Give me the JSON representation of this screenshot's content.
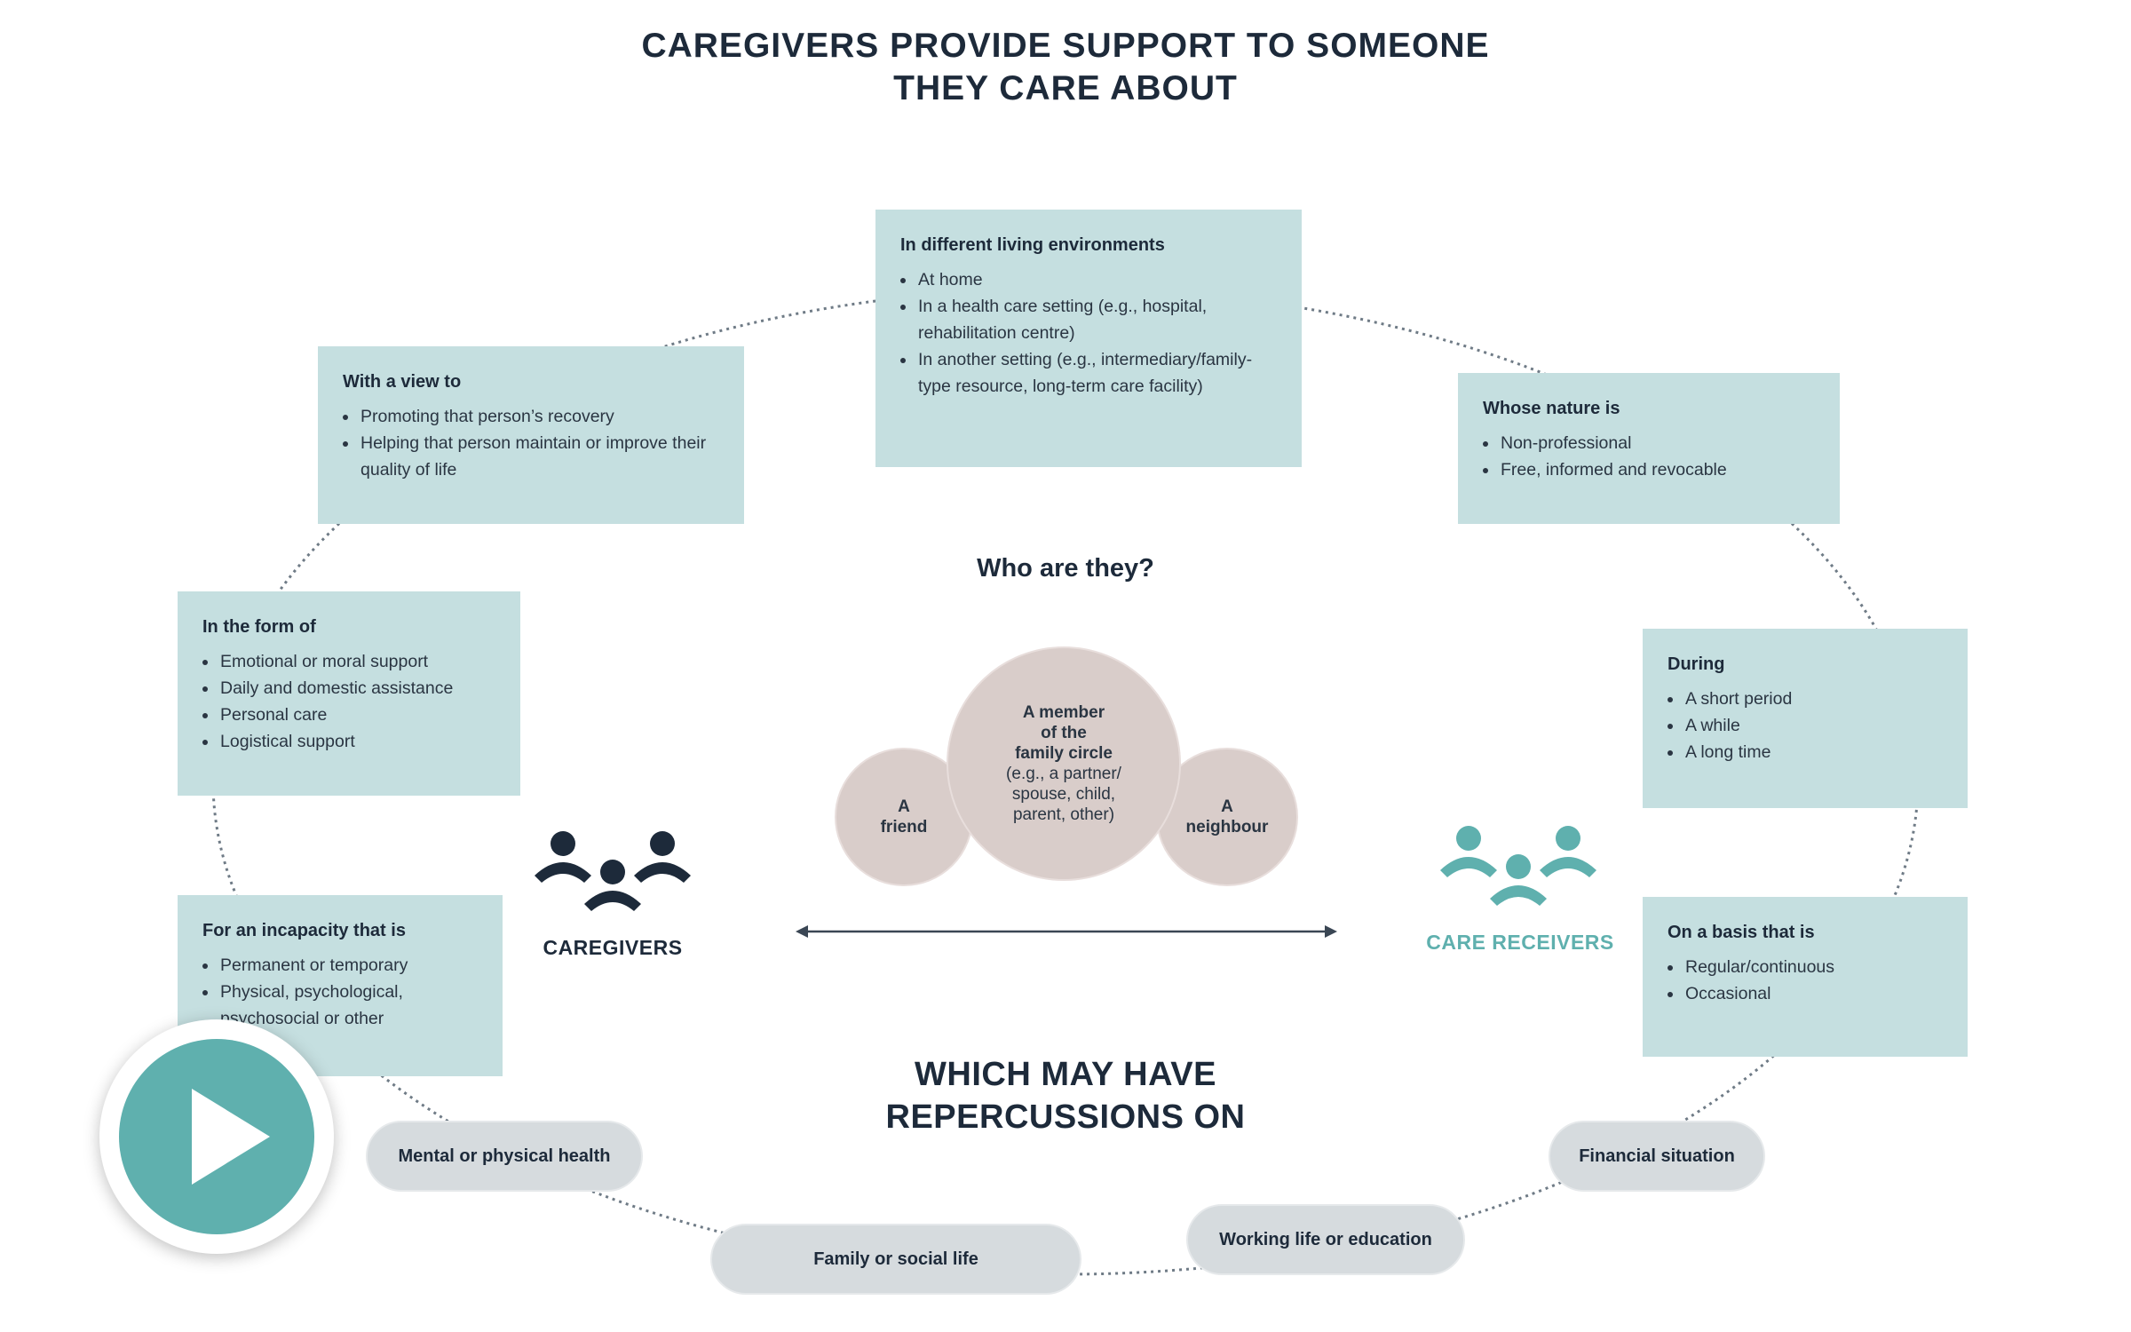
{
  "title": {
    "line1": "CAREGIVERS PROVIDE SUPPORT TO SOMEONE",
    "line2": "THEY CARE ABOUT"
  },
  "colors": {
    "box_fill": "#c5dfe0",
    "dark_text": "#1d2a3a",
    "teal": "#5fb0ae",
    "bubble_fill": "#d9cdca",
    "pill_fill": "#d6dbde"
  },
  "boxes": {
    "living": {
      "heading": "In different living environments",
      "items": [
        "At home",
        "In a health care setting (e.g., hospital, rehabilitation centre)",
        "In another setting (e.g., intermediary/family-type resource, long-term care facility)"
      ]
    },
    "view": {
      "heading": "With a view to",
      "items": [
        "Promoting that person’s recovery",
        "Helping that person maintain or improve their quality of life"
      ]
    },
    "nature": {
      "heading": "Whose nature is",
      "items": [
        "Non-professional",
        "Free, informed and revocable"
      ]
    },
    "form": {
      "heading": "In the form of",
      "items": [
        "Emotional or moral support",
        "Daily and domestic assistance",
        "Personal care",
        "Logistical support"
      ]
    },
    "during": {
      "heading": "During",
      "items": [
        "A short period",
        "A while",
        "A long time"
      ]
    },
    "incapacity": {
      "heading": "For an incapacity that is",
      "items": [
        "Permanent or temporary",
        "Physical, psychological, psychosocial or other"
      ]
    },
    "basis": {
      "heading": "On a basis that is",
      "items": [
        "Regular/continuous",
        "Occasional"
      ]
    }
  },
  "who": {
    "question": "Who are they?",
    "friend": {
      "line1": "A",
      "line2": "friend"
    },
    "family": {
      "line1": "A member",
      "line2": "of the",
      "line3": "family circle",
      "detail1": "(e.g., a partner/",
      "detail2": "spouse, child,",
      "detail3": "parent, other)"
    },
    "neighbour": {
      "line1": "A",
      "line2": "neighbour"
    }
  },
  "caregivers_label": "CAREGIVERS",
  "care_receivers_label": "CARE RECEIVERS",
  "repercussions": {
    "line1": "WHICH MAY HAVE",
    "line2": "REPERCUSSIONS ON"
  },
  "pills": {
    "health": "Mental or physical health",
    "family": "Family or social life",
    "working": "Working life or education",
    "financial": "Financial situation"
  },
  "play_button": {
    "icon": "play-icon"
  }
}
